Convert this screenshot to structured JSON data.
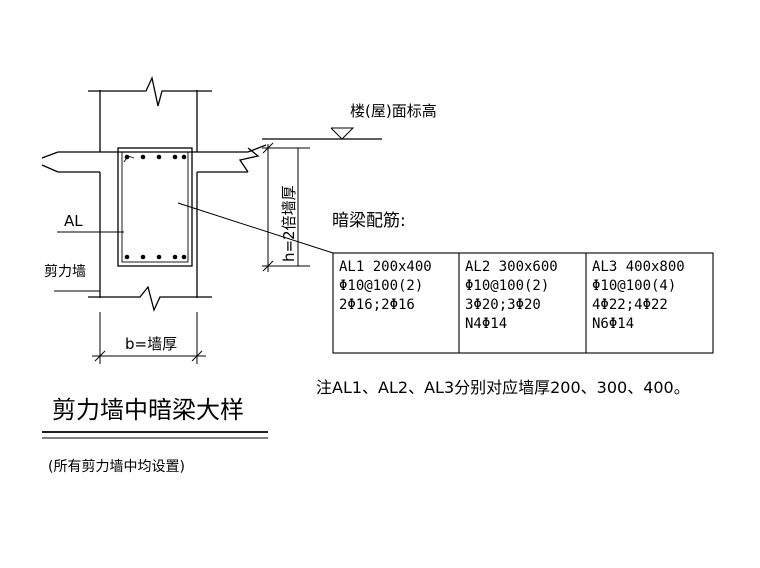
{
  "labels": {
    "floor_level": "楼(屋)面标高",
    "height_dim": "h=2倍墙厚",
    "width_dim": "b=墙厚",
    "al": "AL",
    "shear_wall": "剪力墙",
    "rebar_heading": "暗梁配筋:",
    "note": "注AL1、AL2、AL3分别对应墙厚200、300、400。",
    "title": "剪力墙中暗梁大样",
    "subtitle": "(所有剪力墙中均设置)"
  },
  "table": {
    "columns": [
      {
        "lines": [
          "AL1 200x400",
          "Φ10@100(2)",
          "2Φ16;2Φ16"
        ]
      },
      {
        "lines": [
          "AL2 300x600",
          "Φ10@100(2)",
          "3Φ20;3Φ20",
          "N4Φ14"
        ]
      },
      {
        "lines": [
          "AL3 400x800",
          "Φ10@100(4)",
          "4Φ22;4Φ22",
          "N6Φ14"
        ]
      }
    ]
  }
}
